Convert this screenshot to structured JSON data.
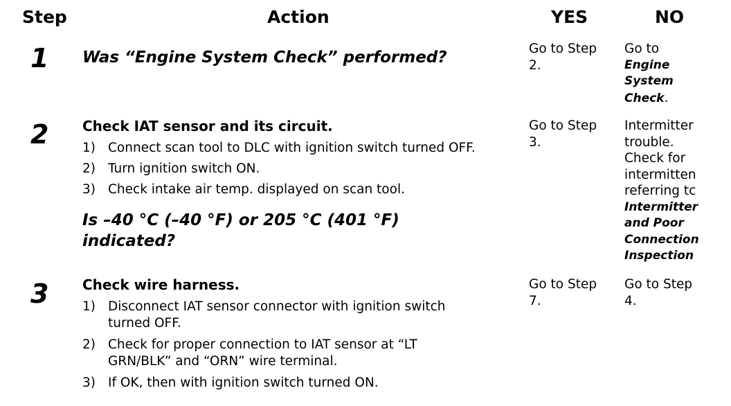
{
  "header": {
    "step": "Step",
    "action": "Action",
    "yes": "YES",
    "no": "NO"
  },
  "steps": [
    {
      "number": "1",
      "question": "Was “Engine System Check” performed?",
      "yes_lines": [
        "Go to Step",
        "2."
      ],
      "no_lines": [
        {
          "text": "Go to",
          "emphasis": false
        },
        {
          "text": "Engine",
          "emphasis": true
        },
        {
          "text": "System",
          "emphasis": true
        },
        {
          "text": "Check",
          "emphasis": true,
          "suffix": "."
        }
      ]
    },
    {
      "number": "2",
      "title": "Check IAT sensor and its circuit.",
      "items": [
        {
          "num": "1)",
          "text": "Connect scan tool to DLC with ignition switch turned OFF."
        },
        {
          "num": "2)",
          "text": "Turn ignition switch ON."
        },
        {
          "num": "3)",
          "text": "Check intake air temp. displayed on scan tool."
        }
      ],
      "question_lines": [
        "Is –40 °C (–40 °F) or 205 °C (401 °F)",
        "indicated?"
      ],
      "yes_lines": [
        "Go to Step",
        "3."
      ],
      "no_lines": [
        {
          "text": "Intermitter",
          "emphasis": false
        },
        {
          "text": "trouble.",
          "emphasis": false
        },
        {
          "text": "Check for",
          "emphasis": false
        },
        {
          "text": "intermitten",
          "emphasis": false
        },
        {
          "text": "referring tc",
          "emphasis": false
        },
        {
          "text": "Intermitter",
          "emphasis": true
        },
        {
          "text": "and Poor",
          "emphasis": true
        },
        {
          "text": "Connection",
          "emphasis": true
        },
        {
          "text": "Inspection",
          "emphasis": true
        }
      ]
    },
    {
      "number": "3",
      "title": "Check wire harness.",
      "items": [
        {
          "num": "1)",
          "text_lines": [
            "Disconnect IAT sensor connector with ignition switch",
            "turned OFF."
          ]
        },
        {
          "num": "2)",
          "text_lines": [
            "Check for proper connection to IAT sensor at “LT",
            "GRN/BLK” and “ORN” wire terminal."
          ]
        },
        {
          "num": "3)",
          "text_lines": [
            "If OK, then with ignition switch turned ON."
          ]
        }
      ],
      "yes_lines": [
        "Go to Step",
        "7."
      ],
      "no_lines": [
        {
          "text": "Go to Step",
          "emphasis": false
        },
        {
          "text": "4.",
          "emphasis": false
        }
      ]
    }
  ]
}
